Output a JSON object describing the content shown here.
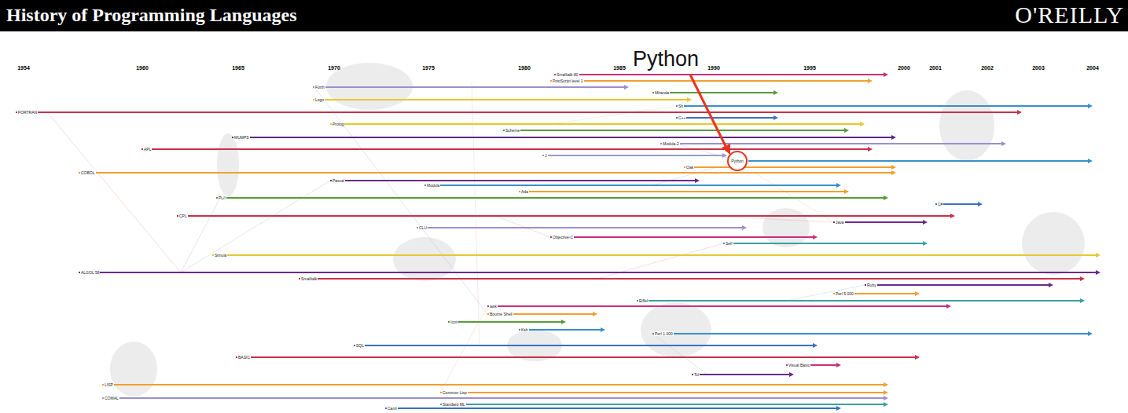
{
  "diagram": {
    "title": "History of Programming Languages",
    "nodes": [
      {
        "text": [
          "Python"
        ]
      }
    ],
    "labels": [
      "O'REILLY",
      "Python",
      "1954",
      "1960",
      "1965",
      "1970",
      "1975",
      "1980",
      "1985",
      "1990",
      "1995",
      "2000",
      "2001",
      "2002",
      "2003",
      "2004",
      "Smalltalk-80",
      "PostScript level 1",
      "Forth",
      "Miranda",
      "Logo",
      "Sh",
      "FORTRAN",
      "C++",
      "Prolog",
      "Scheme",
      "MUMPS",
      "Modula-2",
      "APL",
      "J",
      "Oak",
      "COBOL",
      "Pascal",
      "Modula",
      "Ada",
      "PL/I",
      "C#",
      "CPL",
      "Java",
      "CLU",
      "Objective-C",
      "Self",
      "Simula",
      "ALGOL 58",
      "Smalltalk",
      "Ruby",
      "Perl 5.000",
      "Eiffel",
      "awk",
      "Bourne Shell",
      "Icon",
      "Ksh",
      "Perl 1.000",
      "SQL",
      "BASIC",
      "Visual Basic",
      "Tcl",
      "LISP",
      "Common Lisp",
      "COMAL",
      "Standard ML",
      "Caml"
    ]
  }
}
